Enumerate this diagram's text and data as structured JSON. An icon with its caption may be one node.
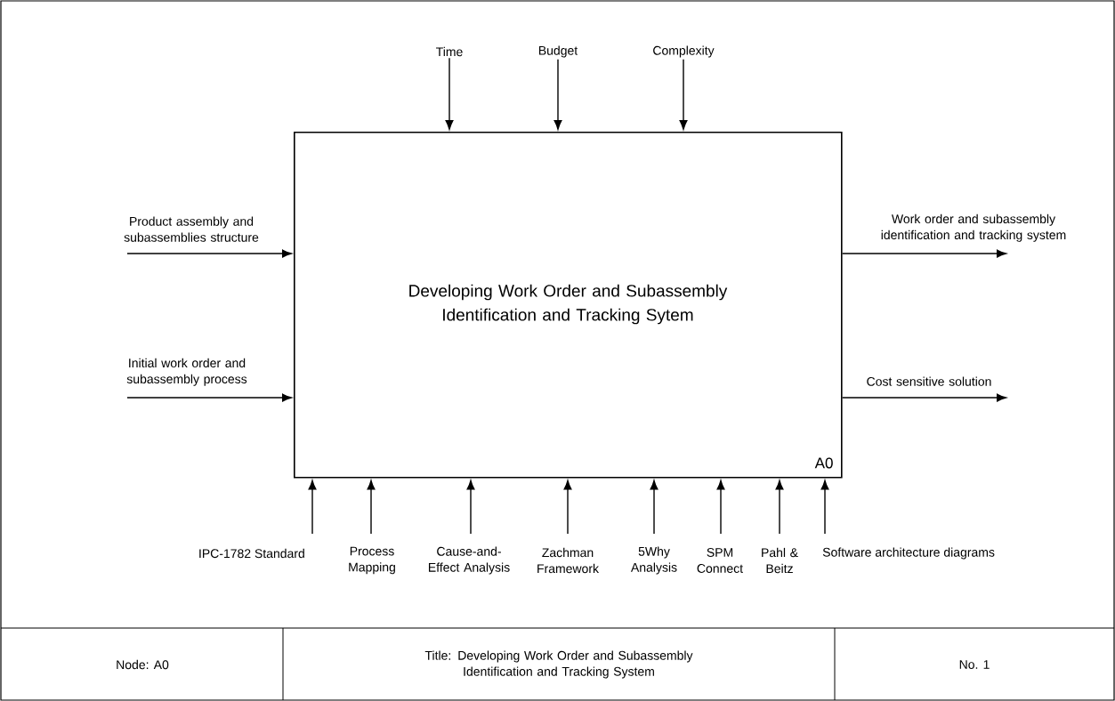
{
  "diagram": {
    "nodes": [
      {
        "text": [
          "Developing Work Order and Subassembly Identification and Tracking Sytem",
          "A0"
        ]
      },
      {
        "text": [
          "Time"
        ]
      },
      {
        "text": [
          "Budget"
        ]
      },
      {
        "text": [
          "Complexity"
        ]
      },
      {
        "text": [
          "IPC-1782 Standard"
        ]
      },
      {
        "text": [
          "Process Mapping"
        ]
      },
      {
        "text": [
          "Cause-and- Effect Analysis"
        ]
      },
      {
        "text": [
          "Zachman Framework"
        ]
      },
      {
        "text": [
          "5Why Analysis"
        ]
      },
      {
        "text": [
          "SPM Connect"
        ]
      },
      {
        "text": [
          "Pahl & Beitz"
        ]
      },
      {
        "text": [
          "Software architecture diagrams"
        ]
      }
    ],
    "edges": [
      {
        "from": null,
        "to": 0,
        "arrow": "to",
        "label": "Product assembly and subassemblies structure"
      },
      {
        "from": null,
        "to": 0,
        "arrow": "to",
        "label": "Initial work order and subassembly process"
      },
      {
        "from": 1,
        "to": 0,
        "arrow": "to"
      },
      {
        "from": 2,
        "to": 0,
        "arrow": "to"
      },
      {
        "from": 3,
        "to": 0,
        "arrow": "to"
      },
      {
        "from": 0,
        "to": null,
        "arrow": "to",
        "label": "Work order and subassembly identification and tracking system"
      },
      {
        "from": 0,
        "to": null,
        "arrow": "to",
        "label": "Cost sensitive solution"
      },
      {
        "from": 4,
        "to": 0,
        "arrow": "to"
      },
      {
        "from": 5,
        "to": 0,
        "arrow": "to"
      },
      {
        "from": 6,
        "to": 0,
        "arrow": "to"
      },
      {
        "from": 7,
        "to": 0,
        "arrow": "to"
      },
      {
        "from": 8,
        "to": 0,
        "arrow": "to"
      },
      {
        "from": 9,
        "to": 0,
        "arrow": "to"
      },
      {
        "from": 10,
        "to": 0,
        "arrow": "to"
      },
      {
        "from": 11,
        "to": 0,
        "arrow": "to"
      }
    ],
    "labels": [
      "Node: A0",
      "Title: Developing Work Order and Subassembly Identification and Tracking System",
      "No. 1"
    ]
  }
}
